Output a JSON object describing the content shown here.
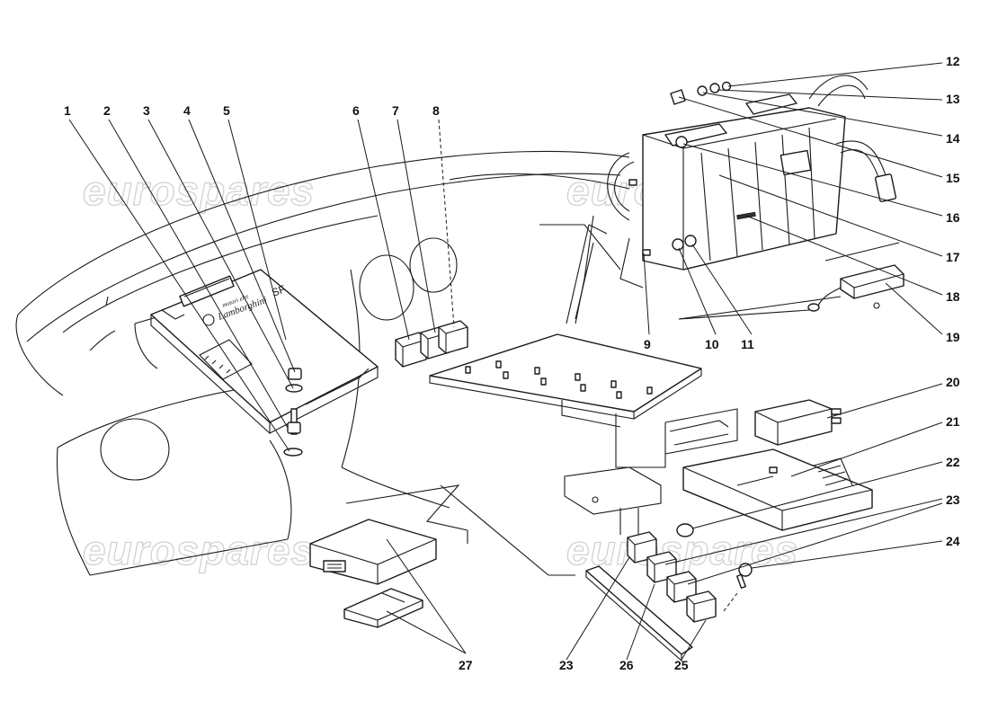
{
  "watermark_text": "eurospares",
  "ecu_logo_text": "Lamborghini",
  "ecu_small_text": "motori elet",
  "ecu_code_text": "SF",
  "callouts": [
    {
      "label": "1"
    },
    {
      "label": "2"
    },
    {
      "label": "3"
    },
    {
      "label": "4"
    },
    {
      "label": "5"
    },
    {
      "label": "6"
    },
    {
      "label": "7"
    },
    {
      "label": "8"
    },
    {
      "label": "9"
    },
    {
      "label": "10"
    },
    {
      "label": "11"
    },
    {
      "label": "12"
    },
    {
      "label": "13"
    },
    {
      "label": "14"
    },
    {
      "label": "15"
    },
    {
      "label": "16"
    },
    {
      "label": "17"
    },
    {
      "label": "18"
    },
    {
      "label": "19"
    },
    {
      "label": "20"
    },
    {
      "label": "21"
    },
    {
      "label": "22"
    },
    {
      "label": "23"
    },
    {
      "label": "23"
    },
    {
      "label": "24"
    },
    {
      "label": "25"
    },
    {
      "label": "26"
    },
    {
      "label": "27"
    }
  ]
}
